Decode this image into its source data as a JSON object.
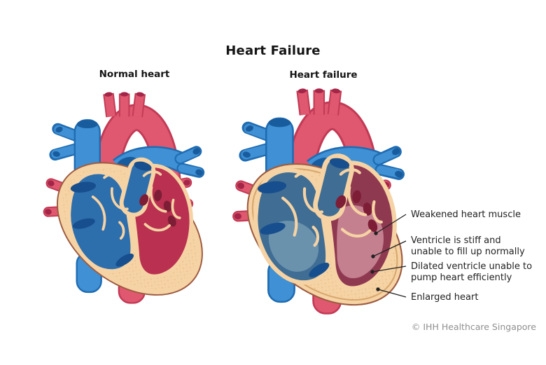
{
  "title": "Heart Failure",
  "panels": {
    "left": {
      "label": "Normal heart"
    },
    "right": {
      "label": "Heart failure"
    }
  },
  "annotations": [
    {
      "lines": [
        "Weakened heart muscle"
      ]
    },
    {
      "lines": [
        "Ventricle is stiff and",
        "unable to fill up normally"
      ]
    },
    {
      "lines": [
        "Dilated ventricle unable to",
        "pump heart efficiently"
      ]
    },
    {
      "lines": [
        "Enlarged heart"
      ]
    }
  ],
  "footer": {
    "copyright": "© IHH Healthcare Singapore"
  },
  "colors": {
    "red": "#e0586f",
    "red_dark": "#c23a55",
    "red_open": "#a32547",
    "blue": "#3f90d4",
    "blue_dark": "#1f6cb2",
    "blue_open": "#195c9e",
    "wall": "#f6d3a4",
    "wall_speckle": "#d9ab72",
    "wall_outline": "#9c5a40",
    "wall_rim": "#d8a76e",
    "normal_right_chamber": "#2d6ead",
    "normal_left_chamber": "#b93050",
    "failure_right_chamber": "#3f6d93",
    "failure_right_chamber_light": "#6b92ad",
    "failure_left_chamber": "#8f3951",
    "failure_left_chamber_light": "#c4808f",
    "chamber_opening_blue": "#174e8d",
    "chamber_opening_red": "#7d1d36",
    "annotation_line": "#222222",
    "text": "#1f1f1f",
    "muted_text": "#8f8f8f"
  }
}
